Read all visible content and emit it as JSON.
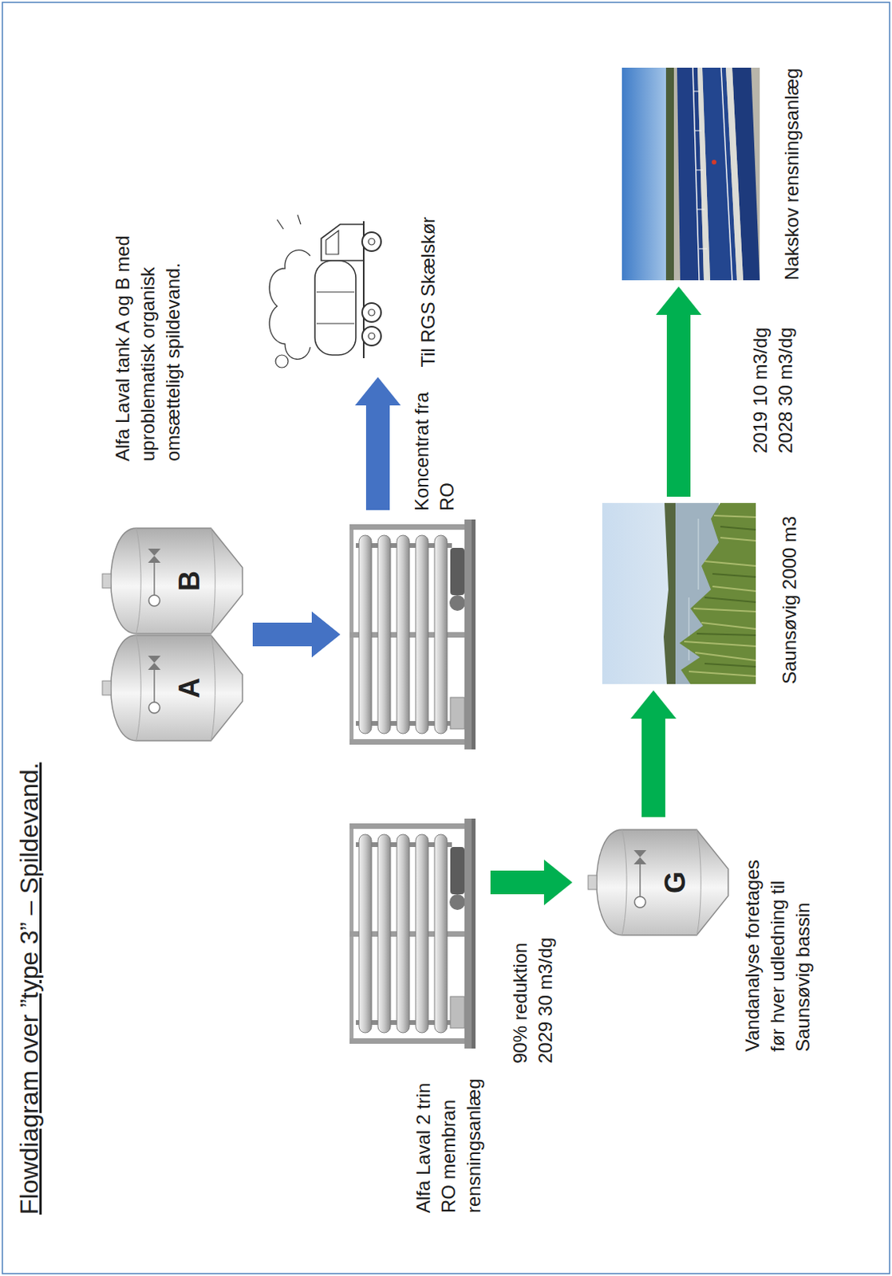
{
  "diagram": {
    "title": "Flowdiagram over ”type 3” – Spildevand.",
    "nodes": [
      {
        "text": [
          "A"
        ]
      },
      {
        "text": [
          "B"
        ]
      },
      {
        "text": [
          "Til RGS Skælskør"
        ]
      },
      {
        "text": [
          "Alfa Laval 2 trin RO membran rensningsanlæg"
        ]
      },
      {
        "text": []
      },
      {
        "text": [
          "G",
          "Vandanalyse foretages før hver udledning til Saunsøvig bassin"
        ]
      },
      {
        "text": [
          "Saunsøvig 2000 m3"
        ]
      },
      {
        "text": [
          "Nakskov rensningsanlæg"
        ]
      }
    ],
    "edges": [
      {
        "from": 0,
        "to": 4,
        "arrow": "to"
      },
      {
        "from": 1,
        "to": 4,
        "arrow": "to"
      },
      {
        "from": 4,
        "to": 2,
        "label": "Koncentrat fra RO",
        "arrow": "to"
      },
      {
        "from": 3,
        "to": 5,
        "label": "90% reduktion 2029 30 m3/dg",
        "arrow": "to"
      },
      {
        "from": 5,
        "to": 6,
        "arrow": "to"
      },
      {
        "from": 6,
        "to": 7,
        "label": "2019 10 m3/dg 2028 30 m3/dg",
        "arrow": "to"
      }
    ],
    "labels": [
      "Alfa Laval tank A og B med uproblematisk organisk omsætteligt spildevand."
    ]
  }
}
